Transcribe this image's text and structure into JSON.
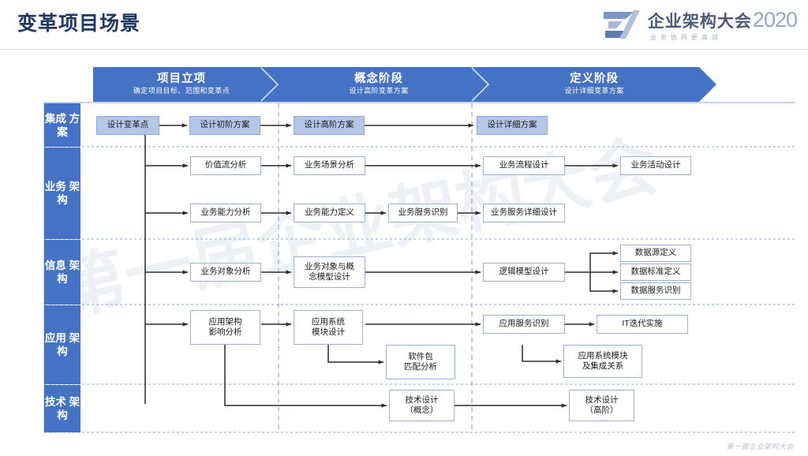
{
  "header": {
    "title": "变革项目场景",
    "logo": {
      "name": "企业架构大会",
      "year": "2020",
      "tagline": "业务协同更高效"
    }
  },
  "footer": {
    "text": "第一届企业架构大会"
  },
  "watermark": {
    "text": "第一届企业架构大会"
  },
  "colors": {
    "title": "#1f3864",
    "banner": "#4472c4",
    "row_label": "#4472c4",
    "node_fill": "#b4c7e7",
    "node_border": "#9cb0d4",
    "divider": "#8faadc"
  },
  "phases": [
    {
      "title": "项目立项",
      "subtitle": "确定项目目标、范围和变革点"
    },
    {
      "title": "概念阶段",
      "subtitle": "设计高阶变革方案"
    },
    {
      "title": "定义阶段",
      "subtitle": "设计详细变革方案"
    }
  ],
  "rows": [
    {
      "label": "集成\n方案"
    },
    {
      "label": "业务\n架构"
    },
    {
      "label": "信息\n架构"
    },
    {
      "label": "应用\n架构"
    },
    {
      "label": "技术\n架构"
    }
  ],
  "nodes": {
    "n1": "设计变革点",
    "n2": "设计初阶方案",
    "n3": "设计高阶方案",
    "n4": "设计详细方案",
    "n5": "价值流分析",
    "n6": "业务场景分析",
    "n7": "业务流程设计",
    "n8": "业务活动设计",
    "n9": "业务能力分析",
    "n10": "业务能力定义",
    "n11": "业务服务识别",
    "n12": "业务服务详细设计",
    "n13": "业务对象分析",
    "n14": "业务对象与概\n念模型设计",
    "n15": "逻辑模型设计",
    "n16": "数据源定义",
    "n17": "数据标准定义",
    "n18": "数据服务识别",
    "n19": "应用架构\n影响分析",
    "n20": "应用系统\n模块设计",
    "n21": "软件包\n匹配分析",
    "n22": "应用服务识别",
    "n23": "IT迭代实施",
    "n24": "应用系统模块\n及集成关系",
    "n25": "技术设计\n（概念）",
    "n26": "技术设计\n（高阶）"
  }
}
